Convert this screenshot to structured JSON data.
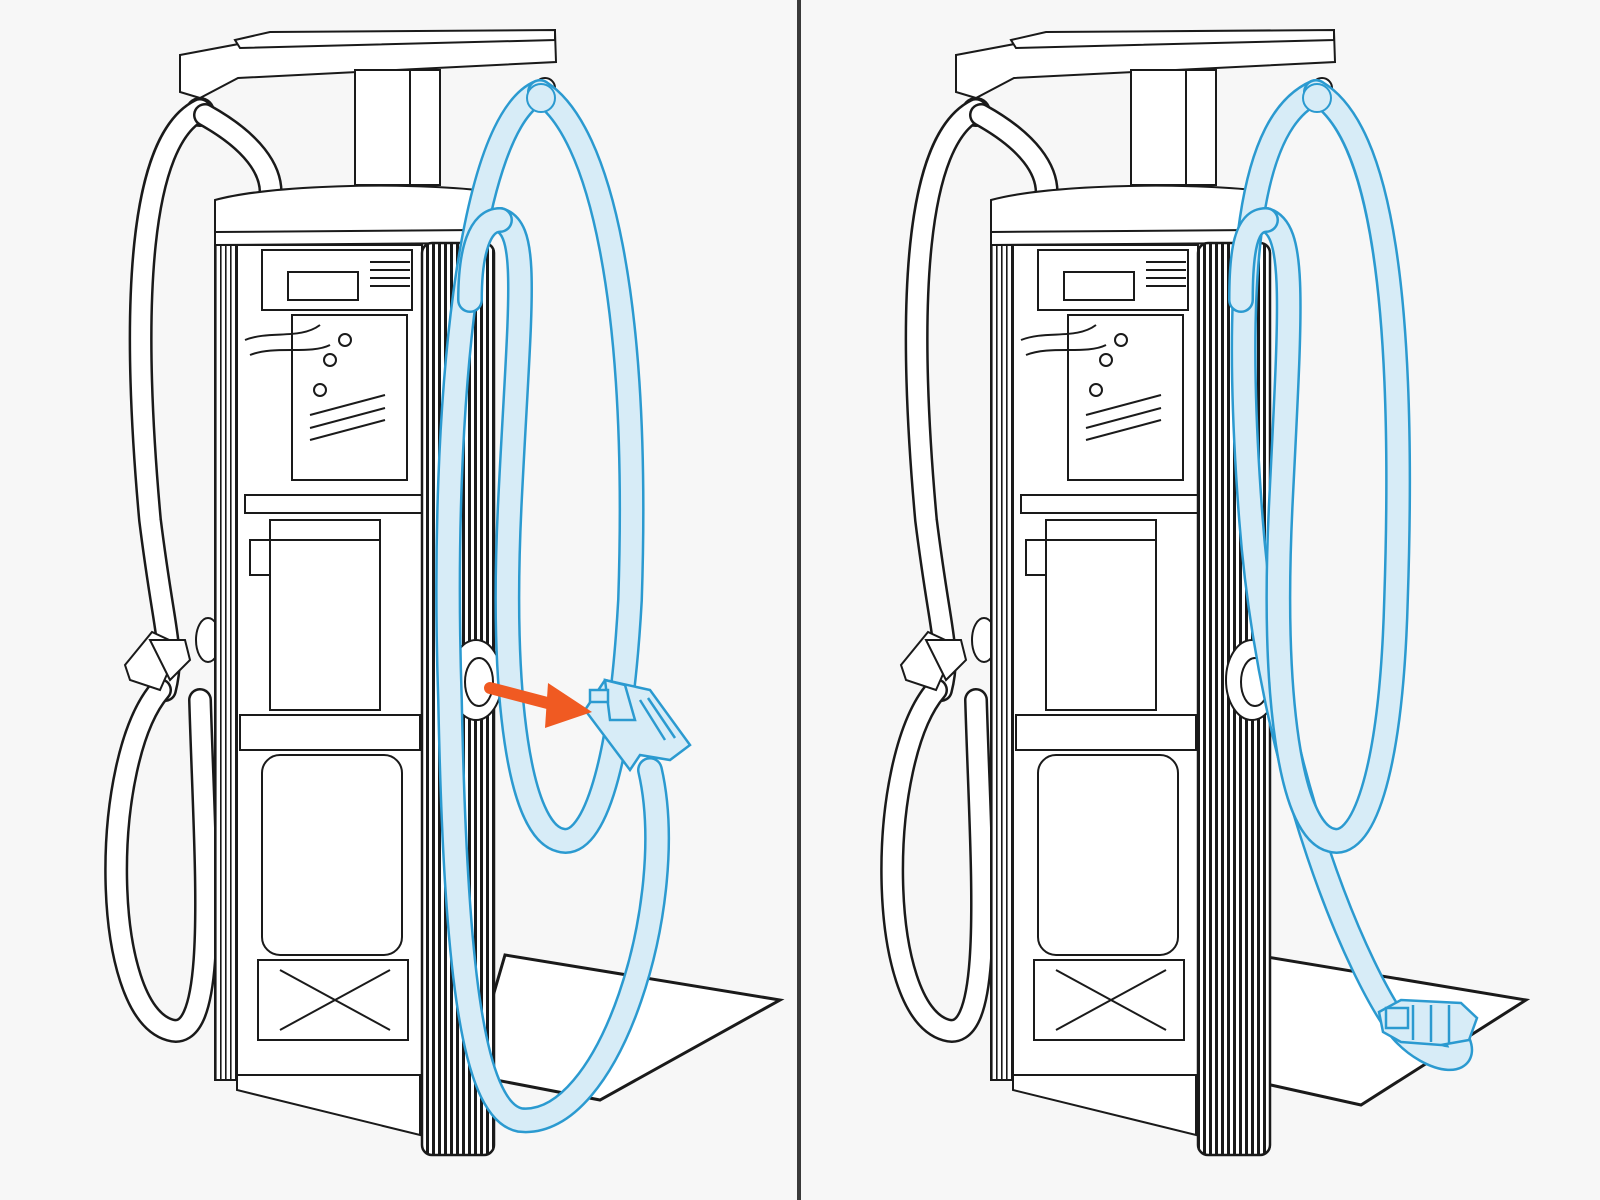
{
  "figure": {
    "panels": [
      {
        "id": "before",
        "connector_state": "removed-from-holster",
        "arrow_direction": "outward"
      },
      {
        "id": "after",
        "connector_state": "resting-on-floor",
        "arrow_direction": "none"
      }
    ]
  },
  "colors": {
    "background": "#f7f7f7",
    "outline": "#1a1a1a",
    "cable_highlight_fill": "#d7ecf7",
    "cable_highlight_stroke": "#2b9ad0",
    "arrow": "#f05a22",
    "divider": "#3a3a3a",
    "floor_plate": "#ffffff"
  },
  "icons": {
    "connector": "ev-charging-connector-icon",
    "arrow": "arrow-right-icon"
  }
}
